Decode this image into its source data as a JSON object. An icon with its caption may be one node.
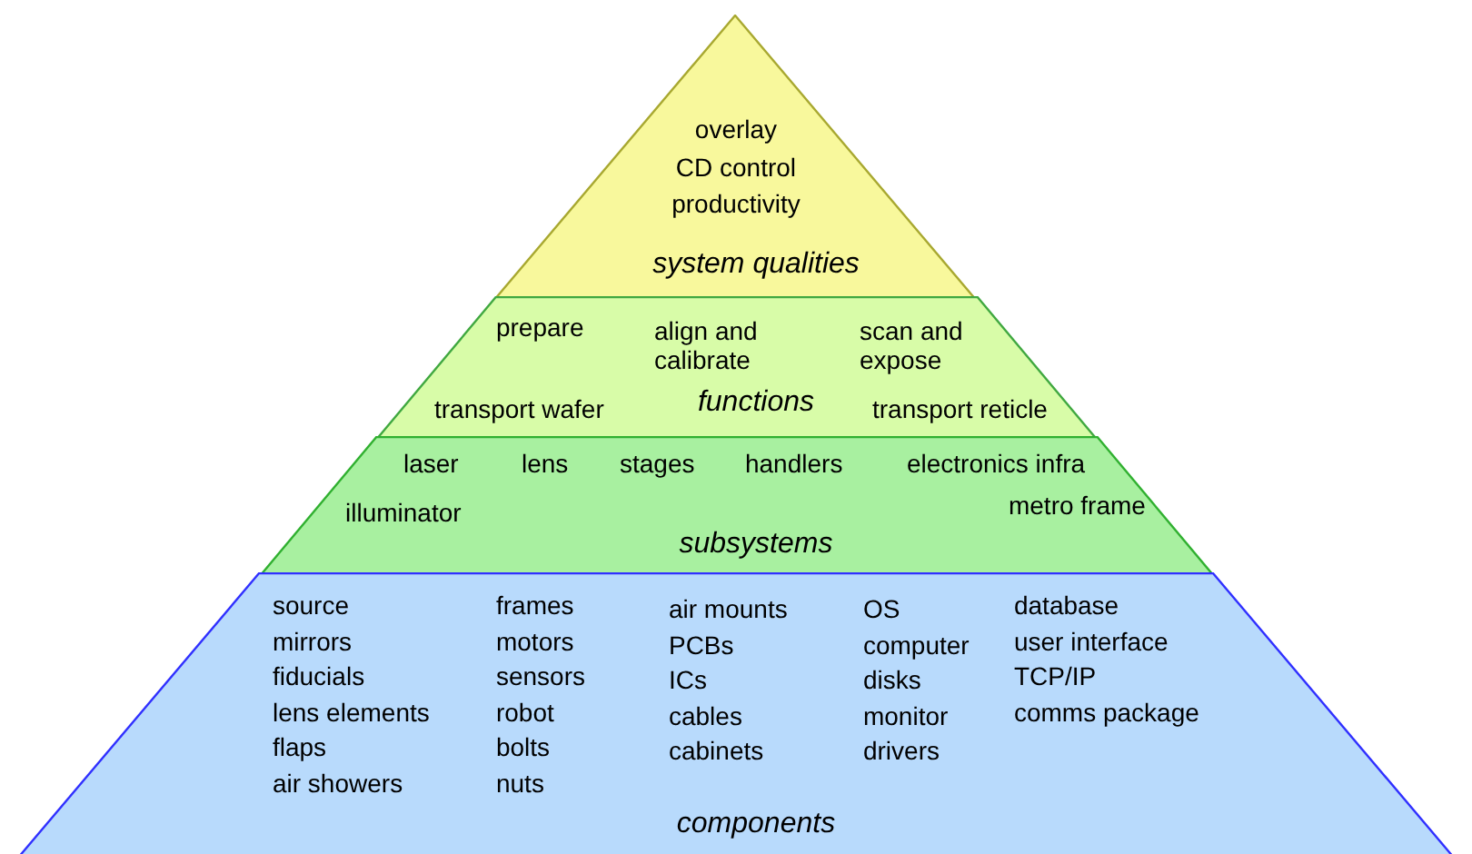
{
  "diagram": {
    "nodes": [
      {
        "text": [
          "overlay",
          "CD control",
          "productivity",
          "system qualities"
        ]
      },
      {
        "text": [
          "prepare",
          "align and calibrate",
          "scan and expose",
          "transport wafer",
          "functions",
          "transport reticle"
        ]
      },
      {
        "text": [
          "laser",
          "lens",
          "stages",
          "handlers",
          "electronics infra",
          "illuminator",
          "metro frame",
          "subsystems"
        ]
      },
      {
        "text": [
          "source",
          "mirrors",
          "fiducials",
          "lens elements",
          "flaps",
          "air showers",
          "frames",
          "motors",
          "sensors",
          "robot",
          "bolts",
          "nuts",
          "air mounts",
          "PCBs",
          "ICs",
          "cables",
          "cabinets",
          "OS",
          "computer",
          "disks",
          "monitor",
          "drivers",
          "database",
          "user interface",
          "TCP/IP",
          "comms package",
          "components"
        ]
      }
    ]
  }
}
